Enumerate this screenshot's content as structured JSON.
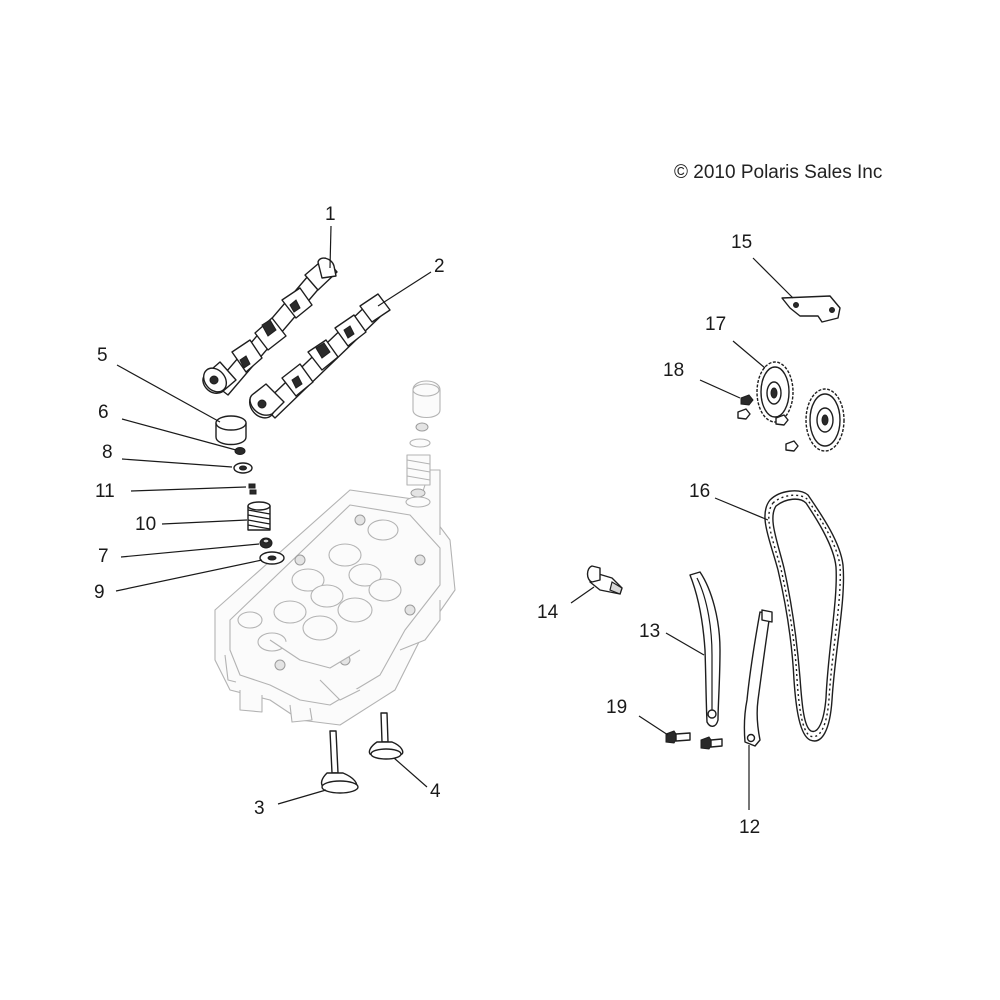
{
  "copyright": "© 2010 Polaris Sales Inc",
  "callouts": [
    "1",
    "2",
    "3",
    "4",
    "5",
    "6",
    "7",
    "8",
    "9",
    "10",
    "11",
    "12",
    "13",
    "14",
    "15",
    "16",
    "17",
    "18",
    "19"
  ]
}
